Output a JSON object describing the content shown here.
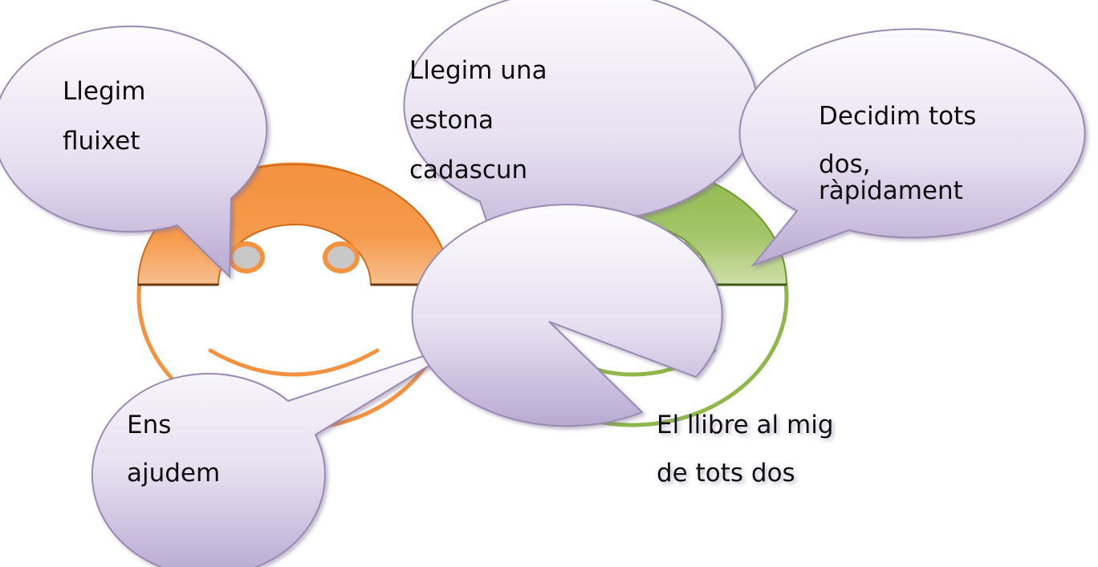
{
  "colors": {
    "face_left": "#f4923f",
    "face_right": "#8fb84b",
    "eye_fill": "#c8c8c8",
    "bubble_top": "#fdfcff",
    "bubble_bottom": "#b9a9d2",
    "bubble_stroke": "#9a8bb3",
    "text": "#111111"
  },
  "faces": [
    {
      "name": "left-smiley",
      "color": "face_left"
    },
    {
      "name": "right-smiley",
      "color": "face_right"
    }
  ],
  "bubbles": {
    "b1": {
      "lines": [
        "Llegim",
        "fluixet"
      ]
    },
    "b2": {
      "lines": [
        "Llegim una",
        "estona",
        "cadascun"
      ]
    },
    "b3": {
      "lines": [
        "Decidim tots",
        "dos,",
        "ràpidament"
      ]
    },
    "b4": {
      "lines": [
        "Ens",
        "ajudem"
      ]
    },
    "b5": {
      "lines": [
        "El llibre al mig",
        "de tots dos"
      ]
    }
  }
}
